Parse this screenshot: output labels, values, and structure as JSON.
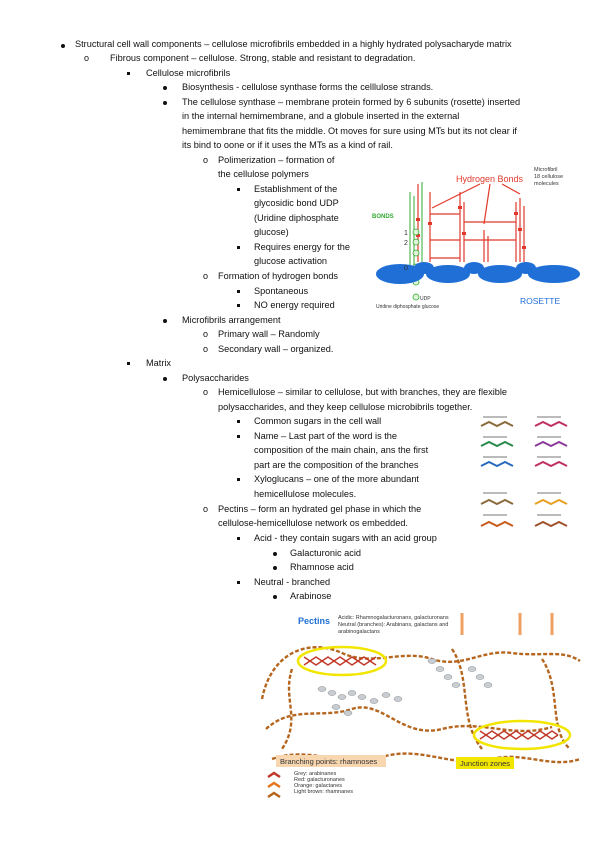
{
  "lines": {
    "l1": "Structural cell wall components – cellulose microfibrils embedded in a highly hydrated polysacharyde matrix",
    "l2": "Fibrous component – cellulose. Strong, stable and resistant to degradation.",
    "l3": "Cellulose microfibrils",
    "l4": "Biosynthesis  - cellulose synthase forms the celllulose strands.",
    "l5a": "The cellulose synthase – membrane protein formed by  6 subunits (rosette) inserted",
    "l5b": "in the internal hemimembrane, and a globule inserted in the external",
    "l5c": "hemimembrane that fits the middle. Ot moves for sure using MTs but its not clear if",
    "l5d": "its bind to oone or if it uses the MTs as a kind of rail.",
    "l6a": "Polimerization – formation of",
    "l6b": "the cellulose polymers",
    "l7a": "Establishment of the",
    "l7b": "glycosidic bond UDP",
    "l7c": "(Uridine diphosphate",
    "l7d": "glucose)",
    "l8a": "Requires energy for the",
    "l8b": "glucose activation",
    "l9": "Formation of hydrogen bonds",
    "l10": "Spontaneous",
    "l11": "NO energy required",
    "l12": "Microfibrils arrangement",
    "l13": "Primary wall – Randomly",
    "l14": "Secondary wall – organized.",
    "l15": "Matrix",
    "l16": "Polysaccharides",
    "l17a": "Hemicellulose – similar to cellulose, but with branches, they are flexible",
    "l17b": "polysaccharides, and they keep cellulose microbibrils together.",
    "l18": "Common sugars in the cell wall",
    "l19a": "Name – Last part of the word is the",
    "l19b": "composition of the main chain, ans the first",
    "l19c": "part are the composition of the branches",
    "l20a": "Xyloglucans – one of the more abundant",
    "l20b": "hemicellulose molecules.",
    "l21a": "Pectins – form an hydrated gel phase in which the",
    "l21b": "cellulose-hemicellulose network os embedded.",
    "l22": "Acid  - they contain sugars with an acid group",
    "l23": "Galacturonic acid",
    "l24": "Rhamnose acid",
    "l25": "Neutral - branched",
    "l26": "Arabinose"
  },
  "markers": {
    "circle": "o"
  },
  "figure_cellulose": {
    "hydrogen_bonds": "Hydrogen Bonds",
    "microfibril_label": "Microfibril\n18 cellulose\nmolecules",
    "bonds": "BONDS",
    "n1": "1",
    "n2": "2",
    "n0": "0",
    "udp": "UDP",
    "udp_label": "Uridine diphosphate glucose",
    "rosette": "ROSETTE"
  },
  "figure_pectins": {
    "title": "Pectins",
    "acidic": "Acidic: Rhamnogalacturonans, galacturonans",
    "neutral": "Neutral (branches): Arabinans, galactans and",
    "neutral2": "arabinogalactans",
    "branching": "Branching points: rhamnoses",
    "junction": "Junction zones",
    "legend": [
      "Grey: arabinanes",
      "Red: galacturonanes",
      "Orange: galactanes",
      "Light brown: rhamnanes"
    ]
  },
  "colors": {
    "red": "#e0392b",
    "blue": "#1f6fd6",
    "green": "#33aa33",
    "orange": "#c85a1e",
    "yellow": "#f2e600"
  }
}
